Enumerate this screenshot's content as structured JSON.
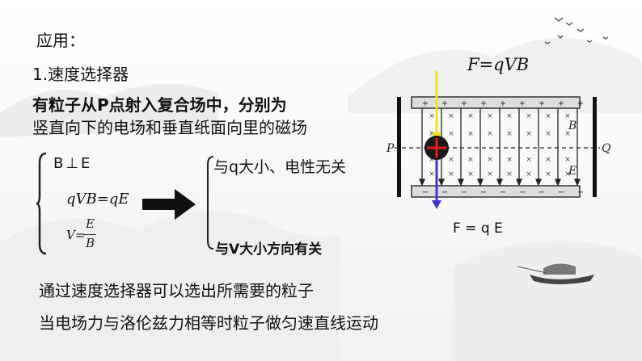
{
  "heading": "应用：",
  "section_title": "1.速度选择器",
  "intro_line1": "有粒子从P点射入复合场中，分别为",
  "intro_line2": "竖直向下的电场和垂直纸面向里的磁场",
  "conditions": {
    "perpendicular": "B⊥E",
    "balance": "qVB=qE",
    "velocity_lhs": "V=",
    "velocity_num": "E",
    "velocity_den": "B"
  },
  "results": {
    "independent": "与q大小、电性无关",
    "dependent": "与V大小方向有关"
  },
  "conclusion_line1": "通过速度选择器可以选出所需要的粒子",
  "conclusion_line2": "当电场力与洛伦兹力相等时粒子做匀速直线运动",
  "diagram": {
    "magnetic_force": "F=qVB",
    "electric_force": "F = q E",
    "label_p": "P",
    "label_q": "Q",
    "label_b": "B",
    "label_e": "E",
    "plus": "+",
    "minus": "−",
    "cross": "×",
    "colors": {
      "magnetic_arrow": "#f4e21a",
      "electric_arrow": "#3a33d6",
      "particle": "#1a1a1a",
      "particle_sign": "#e0201a"
    }
  }
}
